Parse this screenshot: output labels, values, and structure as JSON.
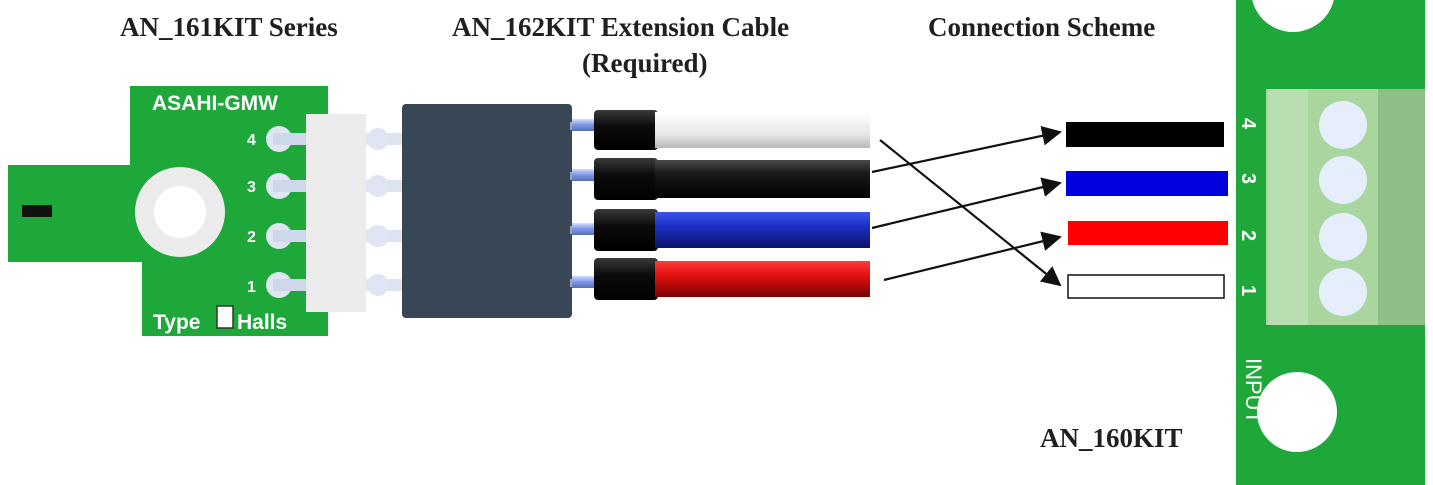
{
  "titles": {
    "sensor": "AN_161KIT Series",
    "cable_line1": "AN_162KIT Extension Cable",
    "cable_line2": "(Required)",
    "scheme": "Connection Scheme",
    "board": "AN_160KIT"
  },
  "sensor_board": {
    "brand": "ASAHI-GMW",
    "pins": [
      "4",
      "3",
      "2",
      "1"
    ],
    "type_label": "Type",
    "halls_label": "Halls",
    "color": "#1ea83a"
  },
  "cable": {
    "wires": [
      {
        "name": "white",
        "color": "#f2f2f2"
      },
      {
        "name": "black",
        "color": "#111111"
      },
      {
        "name": "blue",
        "color": "#1428c8"
      },
      {
        "name": "red",
        "color": "#e01010"
      }
    ],
    "connector_color": "#384656"
  },
  "scheme": {
    "targets": [
      {
        "pin": "4",
        "color": "#000000"
      },
      {
        "pin": "3",
        "color": "#0000dd"
      },
      {
        "pin": "2",
        "color": "#ff0000"
      },
      {
        "pin": "1",
        "color": "#ffffff"
      }
    ]
  },
  "terminal_board": {
    "pins": [
      "4",
      "3",
      "2",
      "1"
    ],
    "input_label": "INPUT",
    "color": "#1ea83a",
    "terminal_color": "#9fcf96"
  }
}
